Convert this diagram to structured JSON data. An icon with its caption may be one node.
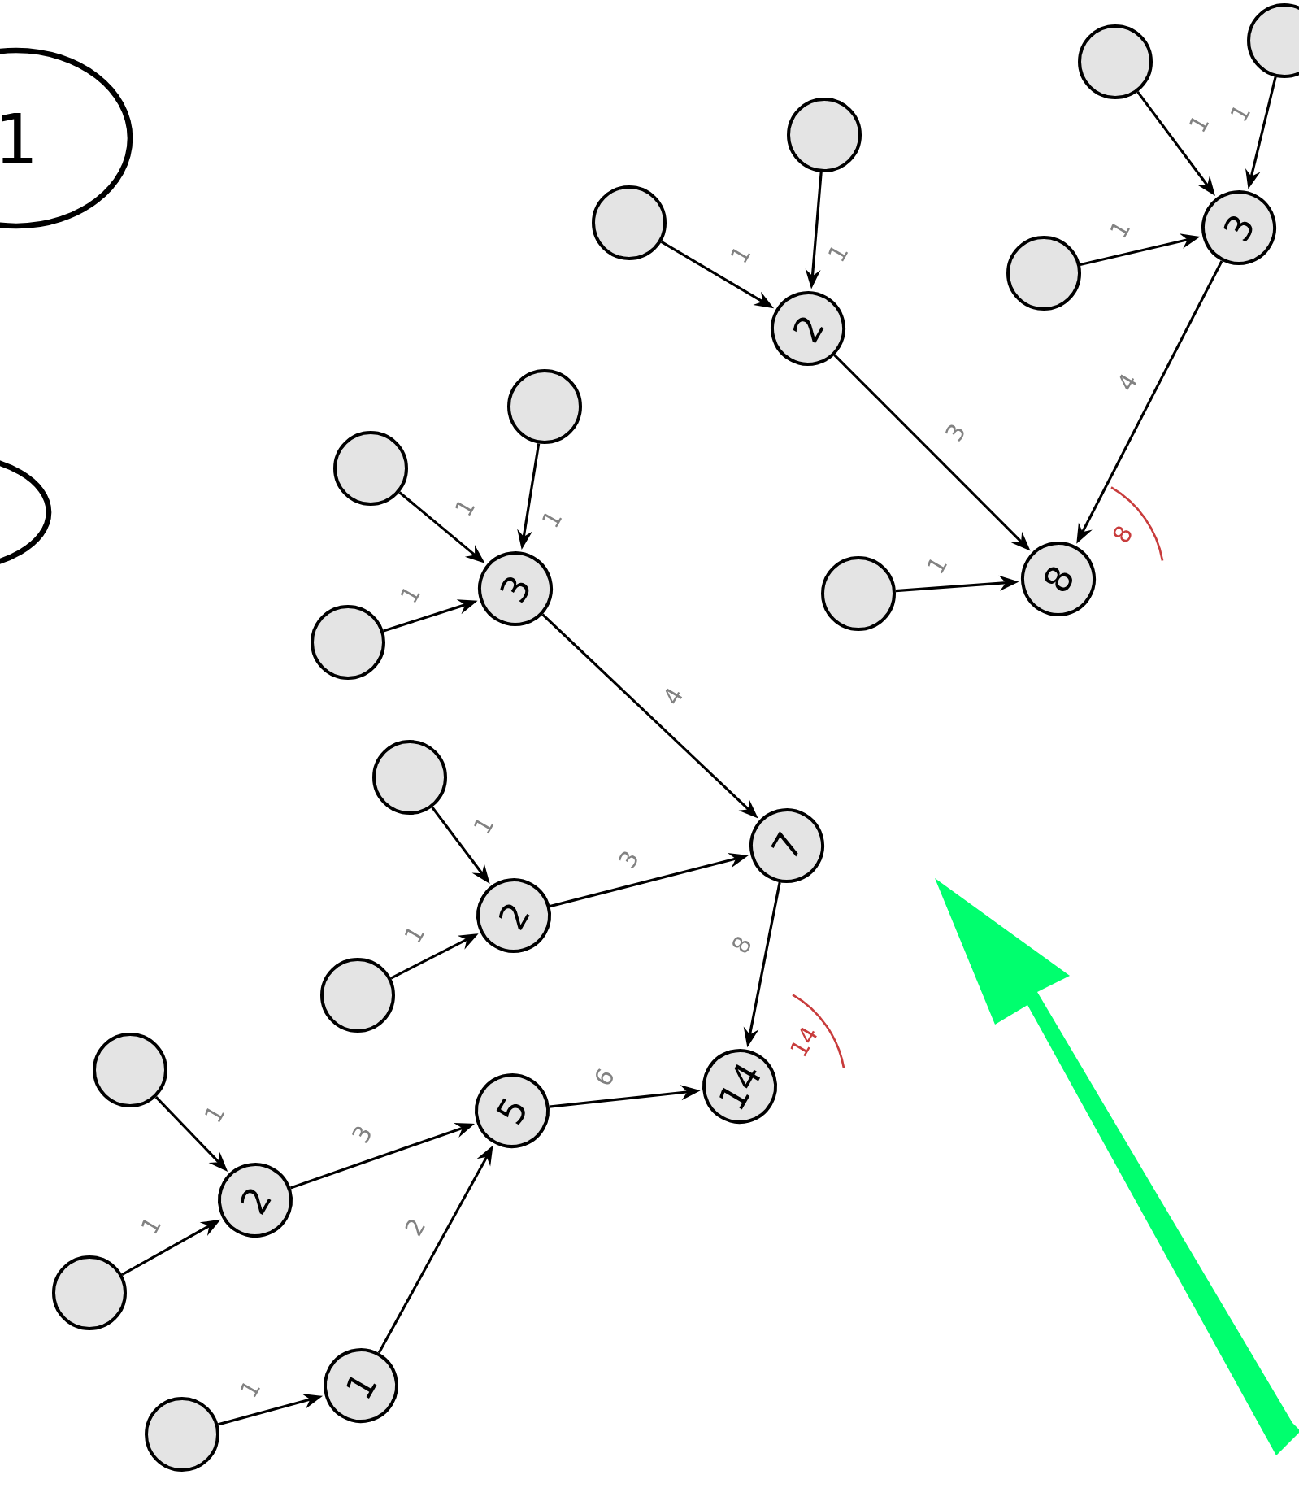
{
  "diagram": {
    "nodes": [
      {
        "text": [
          "1"
        ]
      },
      {
        "text": [],
        "shape": "ellipse"
      },
      {
        "text": [],
        "shape": "circle"
      },
      {
        "text": [],
        "shape": "circle"
      },
      {
        "text": [
          "2"
        ]
      },
      {
        "text": [],
        "shape": "circle"
      },
      {
        "text": [],
        "shape": "circle"
      },
      {
        "text": [],
        "shape": "circle"
      },
      {
        "text": [
          "3"
        ]
      },
      {
        "text": [],
        "shape": "circle"
      },
      {
        "text": [
          "8"
        ],
        "beside": [
          "8"
        ]
      },
      {
        "text": [],
        "shape": "circle"
      },
      {
        "text": [],
        "shape": "circle"
      },
      {
        "text": [
          "3"
        ]
      },
      {
        "text": [],
        "shape": "circle"
      },
      {
        "text": [],
        "shape": "circle"
      },
      {
        "text": [
          "2"
        ]
      },
      {
        "text": [],
        "shape": "circle"
      },
      {
        "text": [
          "7"
        ]
      },
      {
        "text": [
          "14"
        ],
        "beside": [
          "14"
        ]
      },
      {
        "text": [],
        "shape": "circle"
      },
      {
        "text": [],
        "shape": "circle"
      },
      {
        "text": [
          "2"
        ]
      },
      {
        "text": [
          "5"
        ]
      },
      {
        "text": [],
        "shape": "circle"
      },
      {
        "text": [
          "1"
        ]
      }
    ],
    "edges": [
      {
        "from": 2,
        "to": 4,
        "arrow": "to",
        "label": "1"
      },
      {
        "from": 3,
        "to": 4,
        "arrow": "to",
        "label": "1"
      },
      {
        "from": 5,
        "to": 8,
        "arrow": "to",
        "label": "1"
      },
      {
        "from": 6,
        "to": 8,
        "arrow": "to",
        "label": "1"
      },
      {
        "from": 7,
        "to": 8,
        "arrow": "to",
        "label": "1"
      },
      {
        "from": 4,
        "to": 10,
        "arrow": "to",
        "label": "3"
      },
      {
        "from": 8,
        "to": 10,
        "arrow": "to",
        "label": "4"
      },
      {
        "from": 9,
        "to": 10,
        "arrow": "to",
        "label": "1"
      },
      {
        "from": 11,
        "to": 13,
        "arrow": "to",
        "label": "1"
      },
      {
        "from": 12,
        "to": 13,
        "arrow": "to",
        "label": "1"
      },
      {
        "from": 14,
        "to": 13,
        "arrow": "to",
        "label": "1"
      },
      {
        "from": 13,
        "to": 18,
        "arrow": "to",
        "label": "4"
      },
      {
        "from": 15,
        "to": 16,
        "arrow": "to",
        "label": "1"
      },
      {
        "from": 17,
        "to": 16,
        "arrow": "to",
        "label": "1"
      },
      {
        "from": 16,
        "to": 18,
        "arrow": "to",
        "label": "3"
      },
      {
        "from": 18,
        "to": 19,
        "arrow": "to",
        "label": "8"
      },
      {
        "from": 20,
        "to": 22,
        "arrow": "to",
        "label": "1"
      },
      {
        "from": 21,
        "to": 22,
        "arrow": "to",
        "label": "1"
      },
      {
        "from": 22,
        "to": 23,
        "arrow": "to",
        "label": "3"
      },
      {
        "from": 24,
        "to": 25,
        "arrow": "to",
        "label": "1"
      },
      {
        "from": 25,
        "to": 23,
        "arrow": "to",
        "label": "2"
      },
      {
        "from": 23,
        "to": 19,
        "arrow": "to",
        "label": "6"
      }
    ]
  }
}
